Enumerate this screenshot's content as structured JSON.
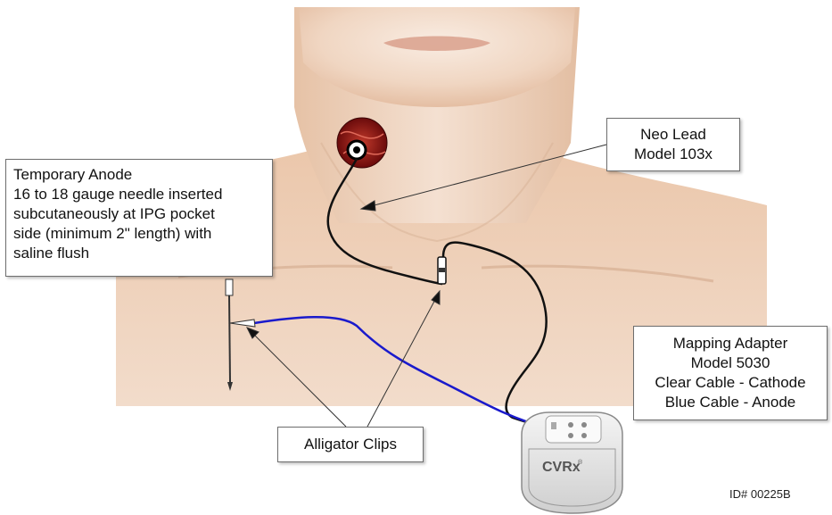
{
  "labels": {
    "temporary_anode": [
      "Temporary Anode",
      "16 to 18 gauge needle inserted",
      "subcutaneously at IPG pocket",
      "side (minimum 2\" length) with",
      "saline flush"
    ],
    "neo_lead": [
      "Neo Lead",
      "Model 103x"
    ],
    "mapping_adapter": [
      "Mapping Adapter",
      "Model 5030",
      "Clear Cable - Cathode",
      "Blue Cable - Anode"
    ],
    "alligator_clips": "Alligator Clips",
    "device_logo": "CVRx",
    "device_mark": "®",
    "document_id": "ID# 00225B"
  },
  "colors": {
    "skin_light": "#f6e6da",
    "skin_mid": "#e8c4a8",
    "skin_shadow": "#c99b7c",
    "lead_wire": "#111111",
    "blue_cable": "#1a1acc",
    "nerve_red": "#8a1010"
  }
}
